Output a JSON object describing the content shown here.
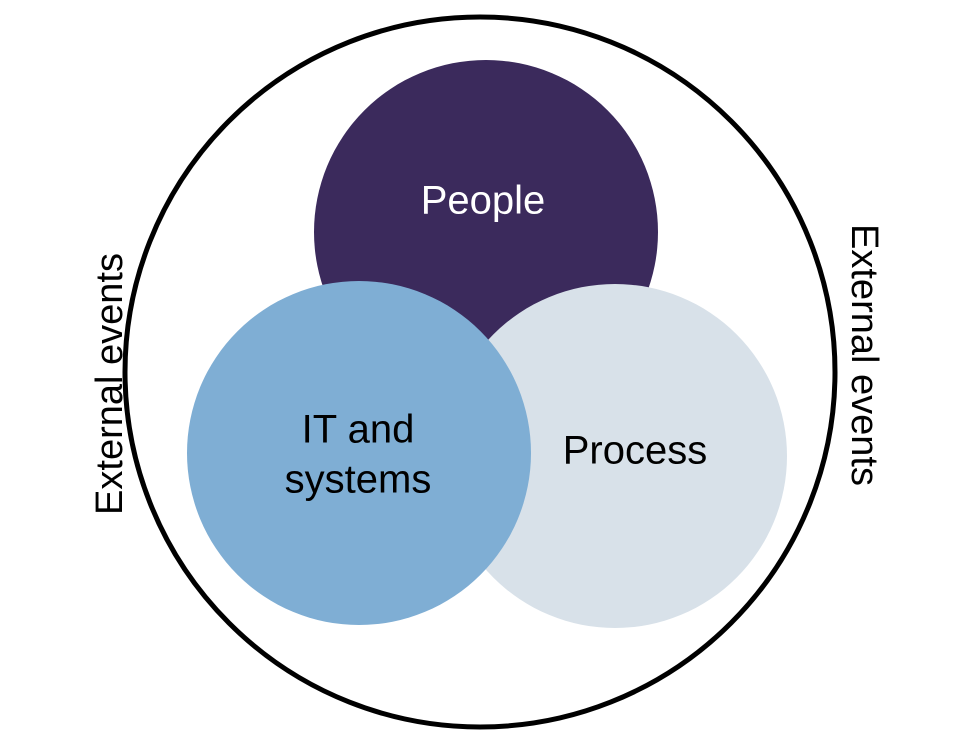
{
  "circles": {
    "people": {
      "label": "People",
      "fill": "#3b2a5c",
      "text_color": "#ffffff"
    },
    "process": {
      "label": "Process",
      "fill": "#d8e1e9",
      "text_color": "#000000"
    },
    "it_systems": {
      "label_line1": "IT and",
      "label_line2": "systems",
      "fill": "#7faed4",
      "text_color": "#000000"
    }
  },
  "outer": {
    "stroke": "#000000",
    "label_left": "External events",
    "label_right": "External events"
  }
}
